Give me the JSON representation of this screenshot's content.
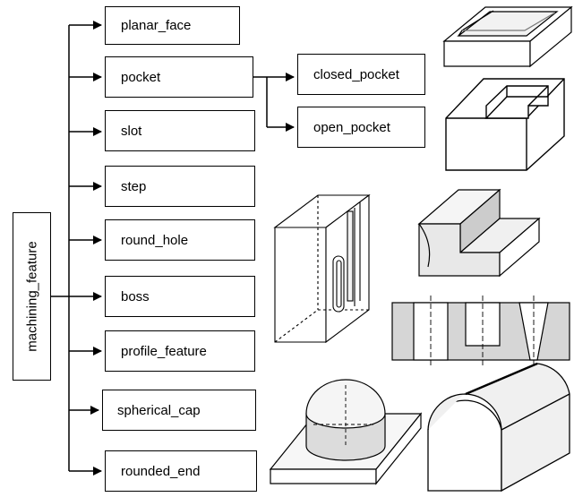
{
  "root": {
    "label": "machining_feature"
  },
  "features": [
    {
      "id": "planar_face",
      "label": "planar_face"
    },
    {
      "id": "pocket",
      "label": "pocket"
    },
    {
      "id": "slot",
      "label": "slot"
    },
    {
      "id": "step",
      "label": "step"
    },
    {
      "id": "round_hole",
      "label": "round_hole"
    },
    {
      "id": "boss",
      "label": "boss"
    },
    {
      "id": "profile_feature",
      "label": "profile_feature"
    },
    {
      "id": "spherical_cap",
      "label": "spherical_cap"
    },
    {
      "id": "rounded_end",
      "label": "rounded_end"
    }
  ],
  "pocket_subtypes": [
    {
      "id": "closed_pocket",
      "label": "closed_pocket"
    },
    {
      "id": "open_pocket",
      "label": "open_pocket"
    }
  ],
  "colors": {
    "line": "#000000",
    "shade": "#cccccc",
    "face": "#e8e8e8"
  }
}
